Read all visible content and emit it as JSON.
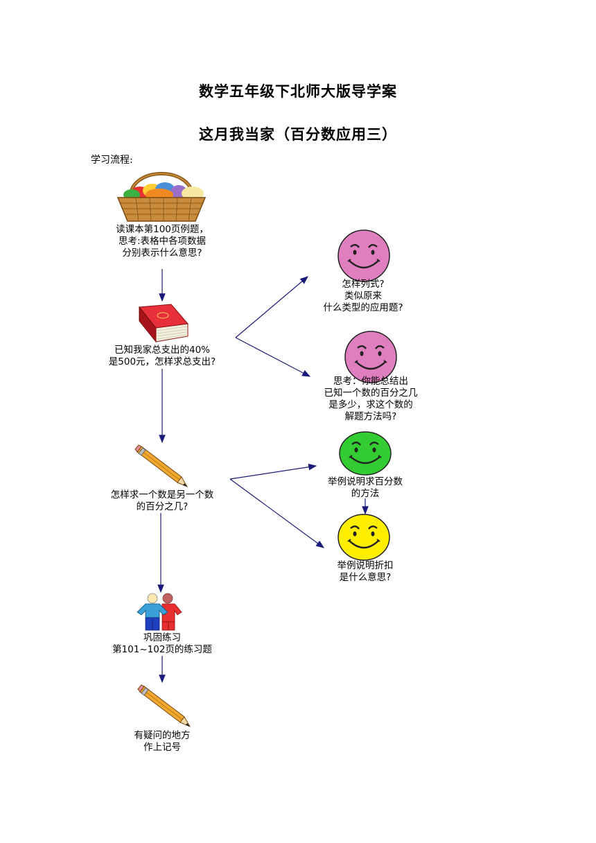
{
  "doc": {
    "title": "数学五年级下北师大版导学案",
    "subtitle": "这月我当家（百分数应用三）",
    "flow_label": "学习流程:"
  },
  "steps": {
    "read": [
      "读课本第100页例题，",
      "思考:表格中各项数据",
      "分别表示什么意思?"
    ],
    "known": [
      "已知我家总支出的40%",
      "是500元，怎样求总支出?"
    ],
    "percent": [
      "怎样求一个数是另一个数",
      "的百分之几?"
    ],
    "practice": [
      "巩固练习",
      "第101~102页的练习题"
    ],
    "mark": [
      "有疑问的地方",
      "作上记号"
    ]
  },
  "branches": {
    "formula": [
      "怎样列式?",
      "类似原来",
      "什么类型的应用题?"
    ],
    "summary": [
      "思考：你能总结出",
      "已知一个数的百分之几",
      "是多少，求这个数的",
      "解题方法吗?"
    ],
    "example_percent": [
      "举例说明求百分数",
      "的方法"
    ],
    "example_discount": [
      "举例说明折扣",
      "是什么意思?"
    ]
  },
  "colors": {
    "arrow": "#1a1a7a",
    "face_pink": "#e07fc0",
    "face_green": "#33cc33",
    "face_yellow": "#ffee00",
    "book_red": "#d8202a"
  }
}
